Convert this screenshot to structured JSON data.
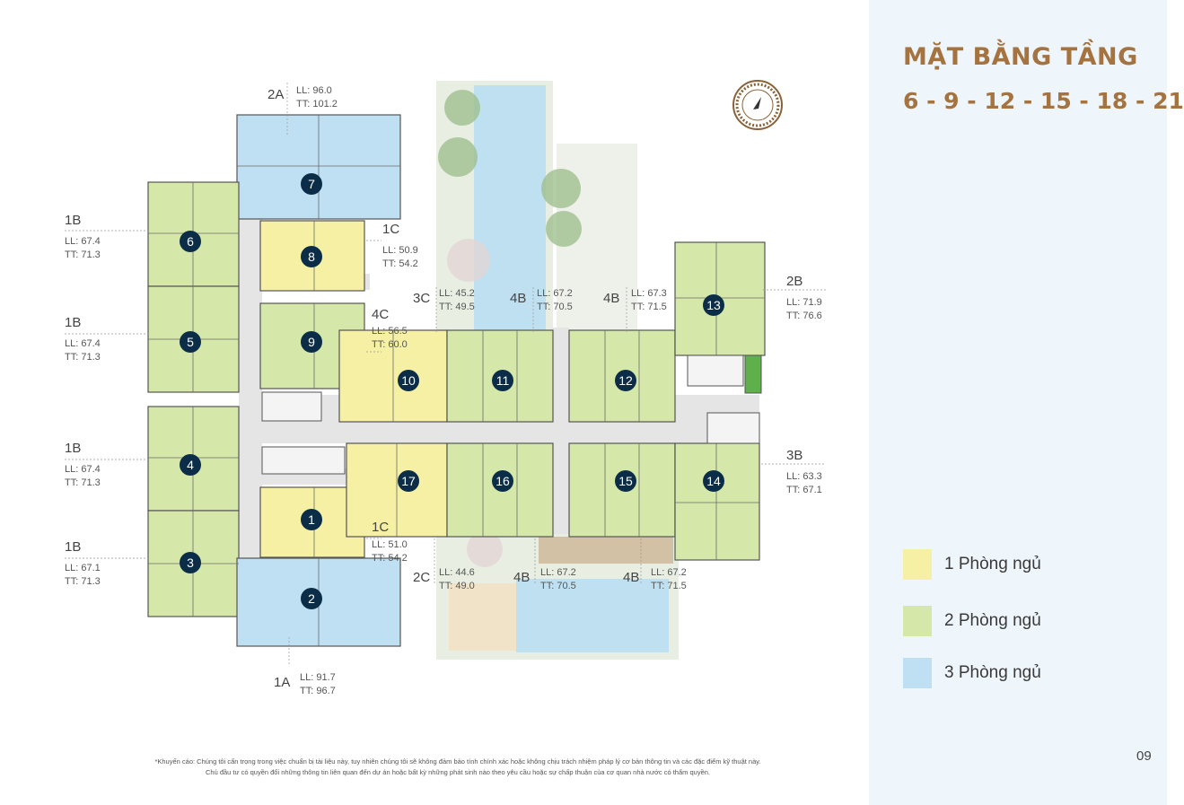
{
  "title": {
    "line1": "MẶT BẰNG TẦNG",
    "line2": "6 - 9 - 12 - 15 - 18 - 21"
  },
  "page_number": "09",
  "colors": {
    "one_bedroom": "#f5f0a3",
    "two_bedroom": "#d6e8a9",
    "three_bedroom": "#bfe0f3",
    "accent": "#a4733f",
    "unit_marker": "#0c2d48"
  },
  "legend": [
    {
      "label": "1 Phòng ngủ",
      "color": "#f5f0a3"
    },
    {
      "label": "2 Phòng ngủ",
      "color": "#d6e8a9"
    },
    {
      "label": "3 Phòng ngủ",
      "color": "#bfe0f3"
    }
  ],
  "units": [
    {
      "number": "1",
      "type": "1 Phòng ngủ"
    },
    {
      "number": "2",
      "type": "3 Phòng ngủ"
    },
    {
      "number": "3",
      "type": "2 Phòng ngủ"
    },
    {
      "number": "4",
      "type": "2 Phòng ngủ"
    },
    {
      "number": "5",
      "type": "2 Phòng ngủ"
    },
    {
      "number": "6",
      "type": "2 Phòng ngủ"
    },
    {
      "number": "7",
      "type": "3 Phòng ngủ"
    },
    {
      "number": "8",
      "type": "1 Phòng ngủ"
    },
    {
      "number": "9",
      "type": "2 Phòng ngủ"
    },
    {
      "number": "10",
      "type": "1 Phòng ngủ"
    },
    {
      "number": "11",
      "type": "2 Phòng ngủ"
    },
    {
      "number": "12",
      "type": "2 Phòng ngủ"
    },
    {
      "number": "13",
      "type": "2 Phòng ngủ"
    },
    {
      "number": "14",
      "type": "2 Phòng ngủ"
    },
    {
      "number": "15",
      "type": "2 Phòng ngủ"
    },
    {
      "number": "16",
      "type": "2 Phòng ngủ"
    },
    {
      "number": "17",
      "type": "1 Phòng ngủ"
    }
  ],
  "unit_labels": [
    {
      "code": "2A",
      "ll": "LL: 96.0",
      "tt": "TT: 101.2"
    },
    {
      "code": "1B",
      "ll": "LL: 67.4",
      "tt": "TT: 71.3"
    },
    {
      "code": "1C",
      "ll": "LL: 50.9",
      "tt": "TT: 54.2"
    },
    {
      "code": "1B",
      "ll": "LL: 67.4",
      "tt": "TT: 71.3"
    },
    {
      "code": "4C",
      "ll": "LL: 56.5",
      "tt": "TT: 60.0"
    },
    {
      "code": "3C",
      "ll": "LL: 45.2",
      "tt": "TT: 49.5"
    },
    {
      "code": "4B",
      "ll": "LL: 67.2",
      "tt": "TT: 70.5"
    },
    {
      "code": "4B",
      "ll": "LL: 67.3",
      "tt": "TT: 71.5"
    },
    {
      "code": "2B",
      "ll": "LL: 71.9",
      "tt": "TT: 76.6"
    },
    {
      "code": "1B",
      "ll": "LL: 67.4",
      "tt": "TT: 71.3"
    },
    {
      "code": "3B",
      "ll": "LL: 63.3",
      "tt": "TT: 67.1"
    },
    {
      "code": "1B",
      "ll": "LL: 67.1",
      "tt": "TT: 71.3"
    },
    {
      "code": "1C",
      "ll": "LL: 51.0",
      "tt": "TT: 54.2"
    },
    {
      "code": "2C",
      "ll": "LL: 44.6",
      "tt": "TT: 49.0"
    },
    {
      "code": "4B",
      "ll": "LL: 67.2",
      "tt": "TT: 70.5"
    },
    {
      "code": "4B",
      "ll": "LL: 67.2",
      "tt": "TT: 71.5"
    },
    {
      "code": "1A",
      "ll": "LL: 91.7",
      "tt": "TT: 96.7"
    }
  ],
  "disclaimer": {
    "line1": "*Khuyến cáo: Chúng tôi cẩn trọng trong việc chuẩn bị tài liệu này, tuy nhiên chúng tôi sẽ không đảm bảo tính chính xác hoặc không chịu trách nhiệm pháp lý cơ bản thông tin và các đặc điểm kỹ thuật này.",
    "line2": "Chủ đầu tư có quyền đổi những thông tin liên quan đến dự án hoặc bất kỳ những phát sinh nào theo yêu cầu hoặc sự chấp thuận của cơ quan nhà nước có thẩm quyền."
  }
}
